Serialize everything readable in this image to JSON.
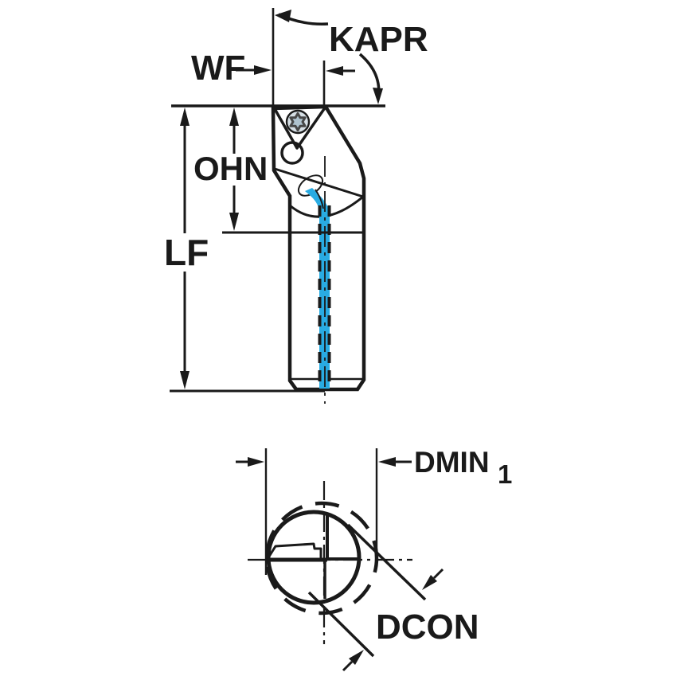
{
  "diagram": {
    "side_view": {
      "labels": {
        "wf": "WF",
        "kapr": "KAPR",
        "ohn": "OHN",
        "lf": "LF"
      }
    },
    "end_view": {
      "labels": {
        "dmin": "DMIN",
        "dmin_subscript": "1",
        "dcon": "DCON"
      }
    }
  },
  "colors": {
    "background": "#FFFFFF",
    "holder_body": "#AEC2CE",
    "insert_yellow": "#FFC20E",
    "coolant_cyan": "#29ABE2",
    "screw_face": "#D6DFE5",
    "line": "#1A1A1A"
  }
}
